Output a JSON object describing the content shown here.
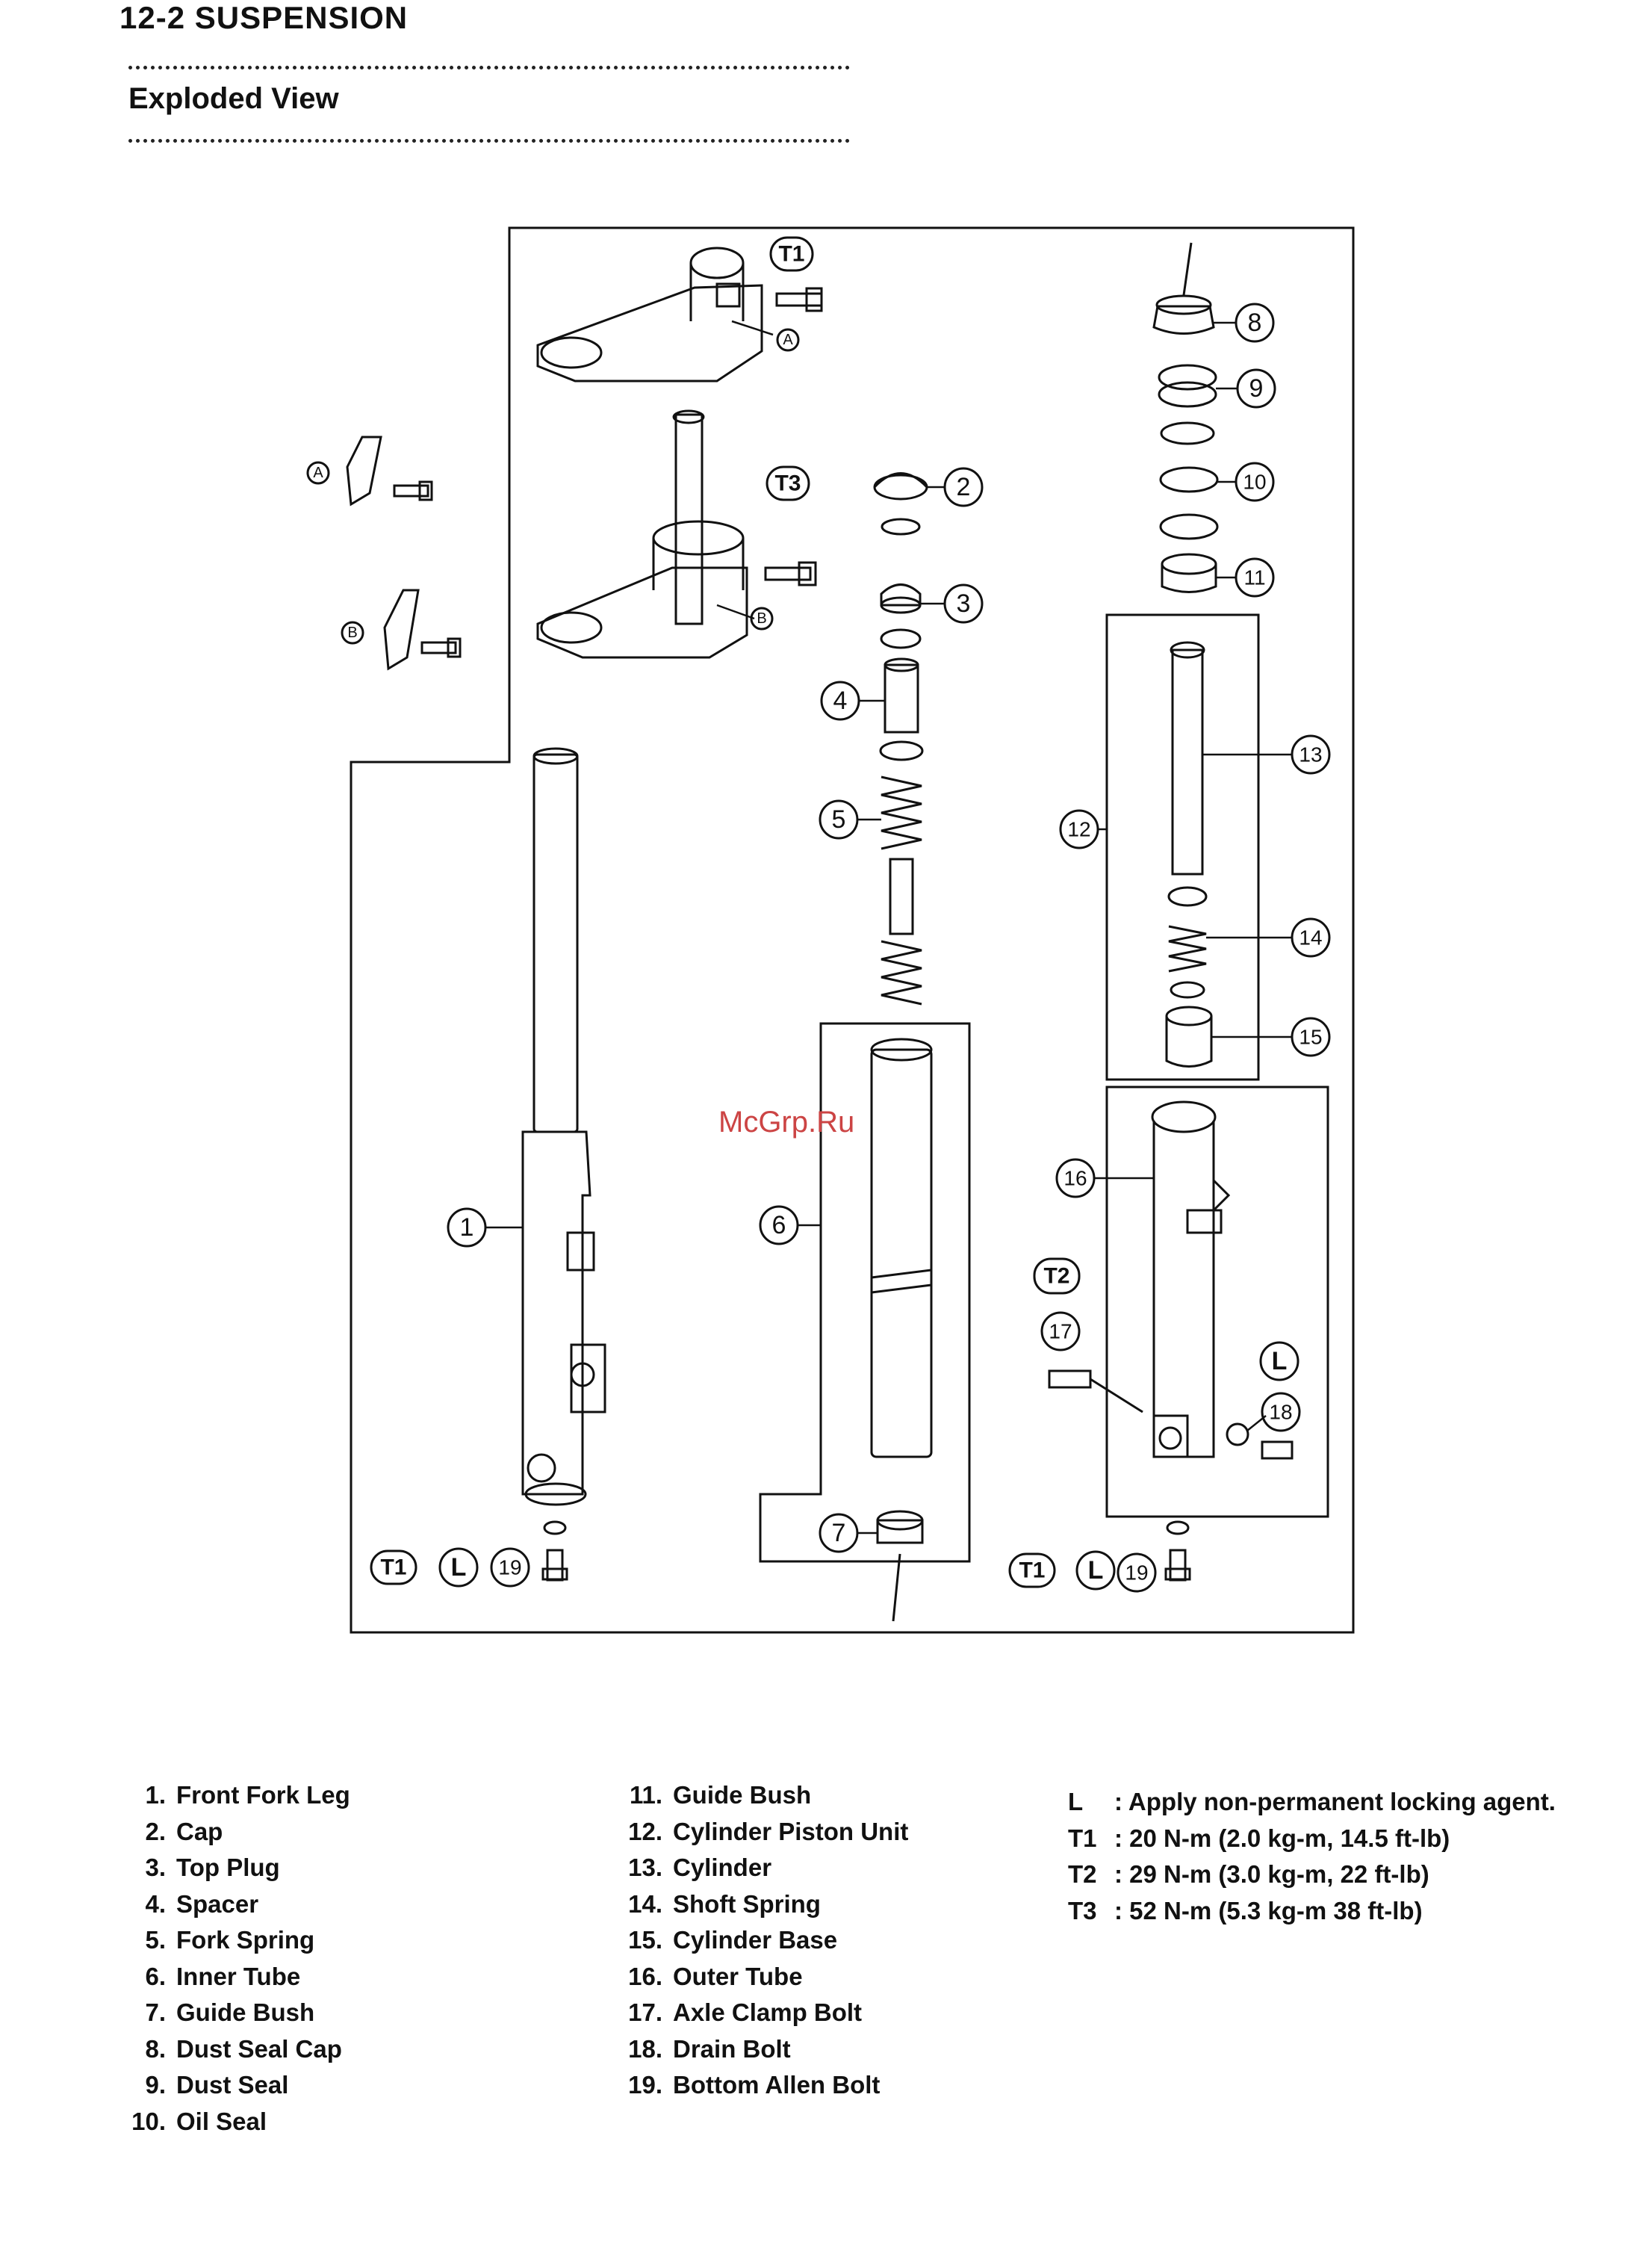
{
  "header": {
    "page_title": "12-2 SUSPENSION",
    "section_title": "Exploded View"
  },
  "watermark": "McGrp.Ru",
  "callouts": {
    "c1": "1",
    "c2": "2",
    "c3": "3",
    "c4": "4",
    "c5": "5",
    "c6": "6",
    "c7": "7",
    "c8": "8",
    "c9": "9",
    "c10": "10",
    "c11": "11",
    "c12": "12",
    "c13": "13",
    "c14": "14",
    "c15": "15",
    "c16": "16",
    "c17": "17",
    "c18": "18",
    "c19": "19",
    "t1": "T1",
    "t2": "T2",
    "t3": "T3",
    "l": "L",
    "a": "A",
    "b": "B"
  },
  "parts": [
    {
      "num": "1.",
      "name": "Front Fork Leg"
    },
    {
      "num": "2.",
      "name": "Cap"
    },
    {
      "num": "3.",
      "name": "Top Plug"
    },
    {
      "num": "4.",
      "name": "Spacer"
    },
    {
      "num": "5.",
      "name": "Fork Spring"
    },
    {
      "num": "6.",
      "name": "Inner Tube"
    },
    {
      "num": "7.",
      "name": "Guide Bush"
    },
    {
      "num": "8.",
      "name": "Dust Seal Cap"
    },
    {
      "num": "9.",
      "name": "Dust Seal"
    },
    {
      "num": "10.",
      "name": "Oil Seal"
    },
    {
      "num": "11.",
      "name": "Guide Bush"
    },
    {
      "num": "12.",
      "name": "Cylinder Piston Unit"
    },
    {
      "num": "13.",
      "name": "Cylinder"
    },
    {
      "num": "14.",
      "name": "Shoft Spring"
    },
    {
      "num": "15.",
      "name": "Cylinder Base"
    },
    {
      "num": "16.",
      "name": "Outer Tube"
    },
    {
      "num": "17.",
      "name": "Axle Clamp Bolt"
    },
    {
      "num": "18.",
      "name": "Drain Bolt"
    },
    {
      "num": "19.",
      "name": "Bottom Allen Bolt"
    }
  ],
  "notes": [
    {
      "key": "L",
      "text": ": Apply non-permanent locking agent."
    },
    {
      "key": "T1",
      "text": ": 20 N-m (2.0 kg-m, 14.5 ft-lb)"
    },
    {
      "key": "T2",
      "text": ": 29 N-m (3.0 kg-m, 22 ft-lb)"
    },
    {
      "key": "T3",
      "text": ": 52 N-m (5.3 kg-m 38 ft-lb)"
    }
  ]
}
